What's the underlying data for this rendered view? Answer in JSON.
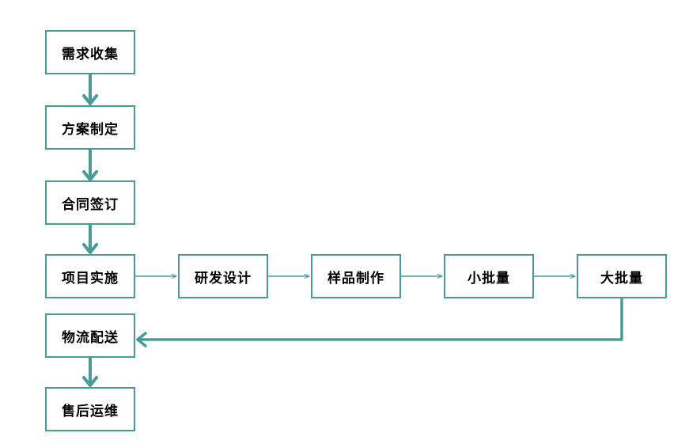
{
  "diagram": {
    "accent_color": "#4a9a98",
    "nodes": {
      "requirements": "需求收集",
      "plan": "方案制定",
      "contract": "合同签订",
      "implementation": "项目实施",
      "rnd_design": "研发设计",
      "sample": "样品制作",
      "small_batch": "小批量",
      "large_batch": "大批量",
      "logistics": "物流配送",
      "after_sales": "售后运维"
    }
  }
}
